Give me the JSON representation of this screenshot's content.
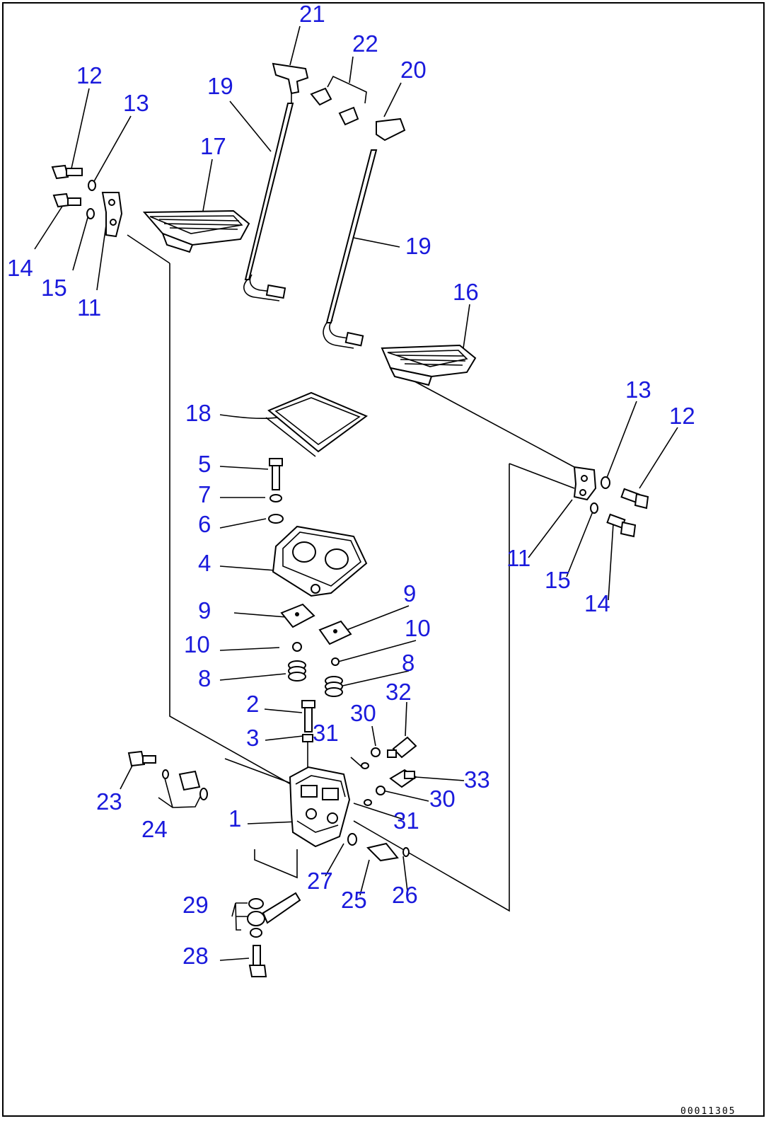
{
  "diagram": {
    "callouts": [
      {
        "id": "c21",
        "text": "21"
      },
      {
        "id": "c22",
        "text": "22"
      },
      {
        "id": "c20",
        "text": "20"
      },
      {
        "id": "c12a",
        "text": "12"
      },
      {
        "id": "c13a",
        "text": "13"
      },
      {
        "id": "c19a",
        "text": "19"
      },
      {
        "id": "c17",
        "text": "17"
      },
      {
        "id": "c14a",
        "text": "14"
      },
      {
        "id": "c15a",
        "text": "15"
      },
      {
        "id": "c11a",
        "text": "11"
      },
      {
        "id": "c19b",
        "text": "19"
      },
      {
        "id": "c16",
        "text": "16"
      },
      {
        "id": "c13b",
        "text": "13"
      },
      {
        "id": "c12b",
        "text": "12"
      },
      {
        "id": "c18",
        "text": "18"
      },
      {
        "id": "c5",
        "text": "5"
      },
      {
        "id": "c7",
        "text": "7"
      },
      {
        "id": "c6",
        "text": "6"
      },
      {
        "id": "c4",
        "text": "4"
      },
      {
        "id": "c11b",
        "text": "11"
      },
      {
        "id": "c15b",
        "text": "15"
      },
      {
        "id": "c14b",
        "text": "14"
      },
      {
        "id": "c9a",
        "text": "9"
      },
      {
        "id": "c9b",
        "text": "9"
      },
      {
        "id": "c10a",
        "text": "10"
      },
      {
        "id": "c10b",
        "text": "10"
      },
      {
        "id": "c8a",
        "text": "8"
      },
      {
        "id": "c8b",
        "text": "8"
      },
      {
        "id": "c2",
        "text": "2"
      },
      {
        "id": "c32",
        "text": "32"
      },
      {
        "id": "c30a",
        "text": "30"
      },
      {
        "id": "c3",
        "text": "3"
      },
      {
        "id": "c31a",
        "text": "31"
      },
      {
        "id": "c33",
        "text": "33"
      },
      {
        "id": "c30b",
        "text": "30"
      },
      {
        "id": "c23",
        "text": "23"
      },
      {
        "id": "c1",
        "text": "1"
      },
      {
        "id": "c31b",
        "text": "31"
      },
      {
        "id": "c24",
        "text": "24"
      },
      {
        "id": "c27",
        "text": "27"
      },
      {
        "id": "c25",
        "text": "25"
      },
      {
        "id": "c26",
        "text": "26"
      },
      {
        "id": "c29",
        "text": "29"
      },
      {
        "id": "c28",
        "text": "28"
      }
    ],
    "drawing_code": "00011305",
    "colors": {
      "callout": "#1a1adc",
      "linework": "#000000"
    }
  }
}
